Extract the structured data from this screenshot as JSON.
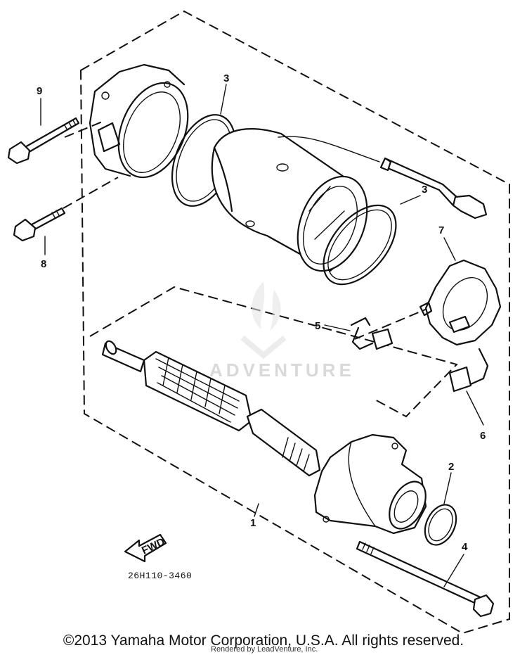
{
  "callouts": [
    {
      "id": "9",
      "label": "9"
    },
    {
      "id": "3a",
      "label": "3"
    },
    {
      "id": "3b",
      "label": "3"
    },
    {
      "id": "8",
      "label": "8"
    },
    {
      "id": "7",
      "label": "7"
    },
    {
      "id": "5",
      "label": "5"
    },
    {
      "id": "6",
      "label": "6"
    },
    {
      "id": "2",
      "label": "2"
    },
    {
      "id": "1",
      "label": "1"
    },
    {
      "id": "4",
      "label": "4"
    }
  ],
  "fwd_label": "FWD",
  "diagram_code": "26H110-3460",
  "watermark": "ADVENTURE",
  "rendered_by": "Rendered by LeadVenture, Inc.",
  "copyright": "©2013 Yamaha Motor Corporation, U.S.A. All rights reserved."
}
